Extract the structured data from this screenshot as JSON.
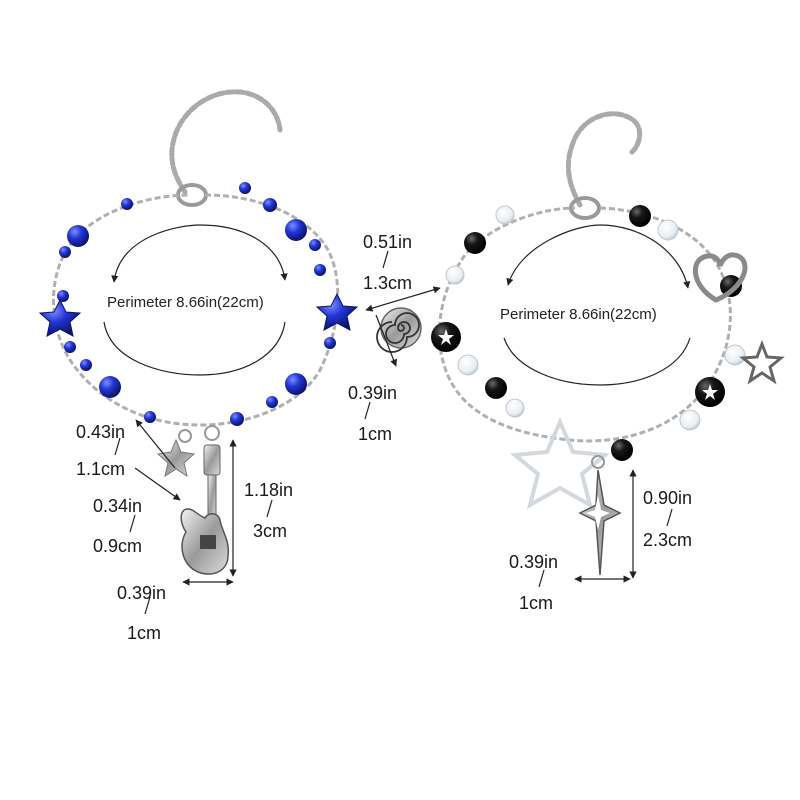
{
  "colors": {
    "blue_bead": "#1d2fcf",
    "black_bead": "#111111",
    "silver": "#b9b9b9",
    "line": "#222222"
  },
  "left_bracelet": {
    "perimeter": "Perimeter 8.66in(22cm)",
    "star_drop_in": "0.43in",
    "star_drop_cm": "1.1cm",
    "star_size_in": "0.34in",
    "star_size_cm": "0.9cm",
    "guitar_len_in": "1.18in",
    "guitar_len_cm": "3cm",
    "guitar_width_in": "0.39in",
    "guitar_width_cm": "1cm"
  },
  "right_bracelet": {
    "perimeter": "Perimeter 8.66in(22cm)",
    "swirl_gap_in": "0.51in",
    "swirl_gap_cm": "1.3cm",
    "swirl_size_in": "0.39in",
    "swirl_size_cm": "1cm",
    "cross_len_in": "0.90in",
    "cross_len_cm": "2.3cm",
    "cross_width_in": "0.39in",
    "cross_width_cm": "1cm"
  },
  "icons": [
    "chain",
    "blue-bead",
    "star-bead",
    "guitar-charm",
    "star-charm",
    "swirl-charm",
    "heart-charm",
    "cross-star-charm"
  ]
}
